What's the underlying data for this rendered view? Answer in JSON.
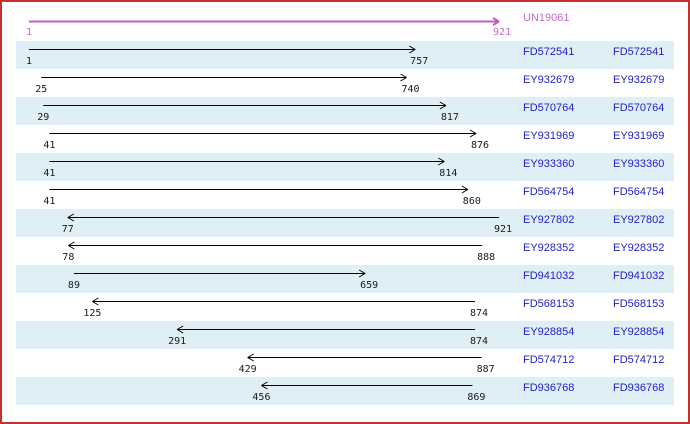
{
  "colors": {
    "border": "#c52f2f",
    "band": "#e0eef5",
    "accession": "#2222cc",
    "reference": "#c05fc0",
    "reference_text": "#c66ac6",
    "arrow": "#000000"
  },
  "chart_data": {
    "type": "bar",
    "subtype": "horizontal-range-alignment",
    "title": "UN19061",
    "xlim": [
      1,
      921
    ],
    "label_columns": 2,
    "reference": {
      "label": "UN19061",
      "start": 1,
      "end": 921,
      "direction": "right"
    },
    "rows": [
      {
        "id": "FD572541",
        "start": 1,
        "end": 757,
        "direction": "right"
      },
      {
        "id": "EY932679",
        "start": 25,
        "end": 740,
        "direction": "right"
      },
      {
        "id": "FD570764",
        "start": 29,
        "end": 817,
        "direction": "right"
      },
      {
        "id": "EY931969",
        "start": 41,
        "end": 876,
        "direction": "right"
      },
      {
        "id": "EY933360",
        "start": 41,
        "end": 814,
        "direction": "right"
      },
      {
        "id": "FD564754",
        "start": 41,
        "end": 860,
        "direction": "right"
      },
      {
        "id": "EY927802",
        "start": 77,
        "end": 921,
        "direction": "left"
      },
      {
        "id": "EY928352",
        "start": 78,
        "end": 888,
        "direction": "left"
      },
      {
        "id": "FD941032",
        "start": 89,
        "end": 659,
        "direction": "right"
      },
      {
        "id": "FD568153",
        "start": 125,
        "end": 874,
        "direction": "left"
      },
      {
        "id": "EY928854",
        "start": 291,
        "end": 874,
        "direction": "left"
      },
      {
        "id": "FD574712",
        "start": 429,
        "end": 887,
        "direction": "left"
      },
      {
        "id": "FD936768",
        "start": 456,
        "end": 869,
        "direction": "left"
      }
    ]
  }
}
